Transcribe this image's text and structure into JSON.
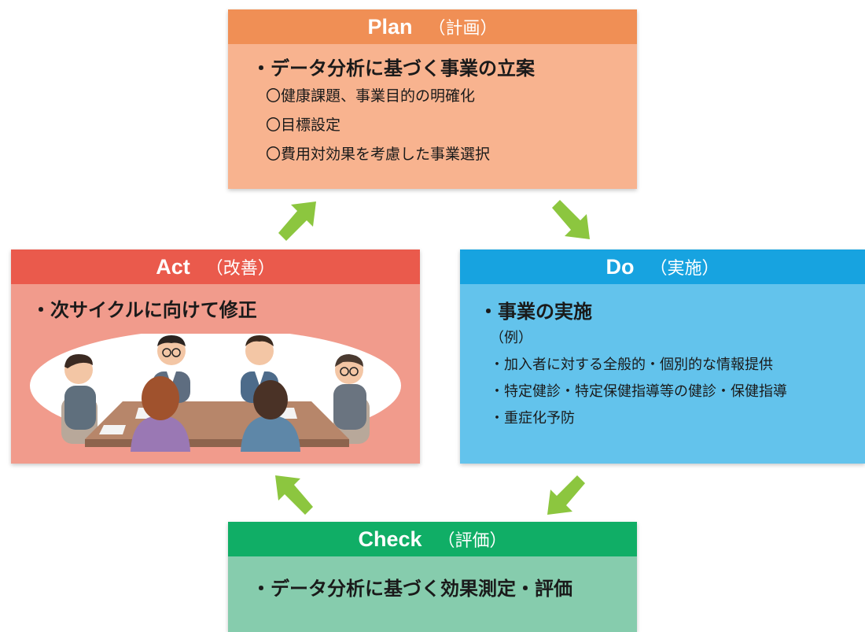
{
  "colors": {
    "plan_header": "#f08f55",
    "plan_body": "#f8b38f",
    "do_header": "#17a3e0",
    "do_body": "#63c3ec",
    "act_header": "#ea5a4c",
    "act_body": "#f19b8c",
    "check_header": "#10ae66",
    "check_body": "#86ccad",
    "arrow": "#8cc63f"
  },
  "plan": {
    "title_en": "Plan",
    "title_jp": "（計画）",
    "bullet": "・データ分析に基づく事業の立案",
    "items": [
      "〇健康課題、事業目的の明確化",
      "〇目標設定",
      "〇費用対効果を考慮した事業選択"
    ]
  },
  "do": {
    "title_en": "Do",
    "title_jp": "（実施）",
    "bullet": "・事業の実施",
    "example_label": "（例）",
    "items": [
      "・加入者に対する全般的・個別的な情報提供",
      "・特定健診・特定保健指導等の健診・保健指導",
      "・重症化予防"
    ]
  },
  "check": {
    "title_en": "Check",
    "title_jp": "（評価）",
    "bullet": "・データ分析に基づく効果測定・評価"
  },
  "act": {
    "title_en": "Act",
    "title_jp": "（改善）",
    "bullet": "・次サイクルに向けて修正",
    "illustration": "meeting-illustration"
  }
}
